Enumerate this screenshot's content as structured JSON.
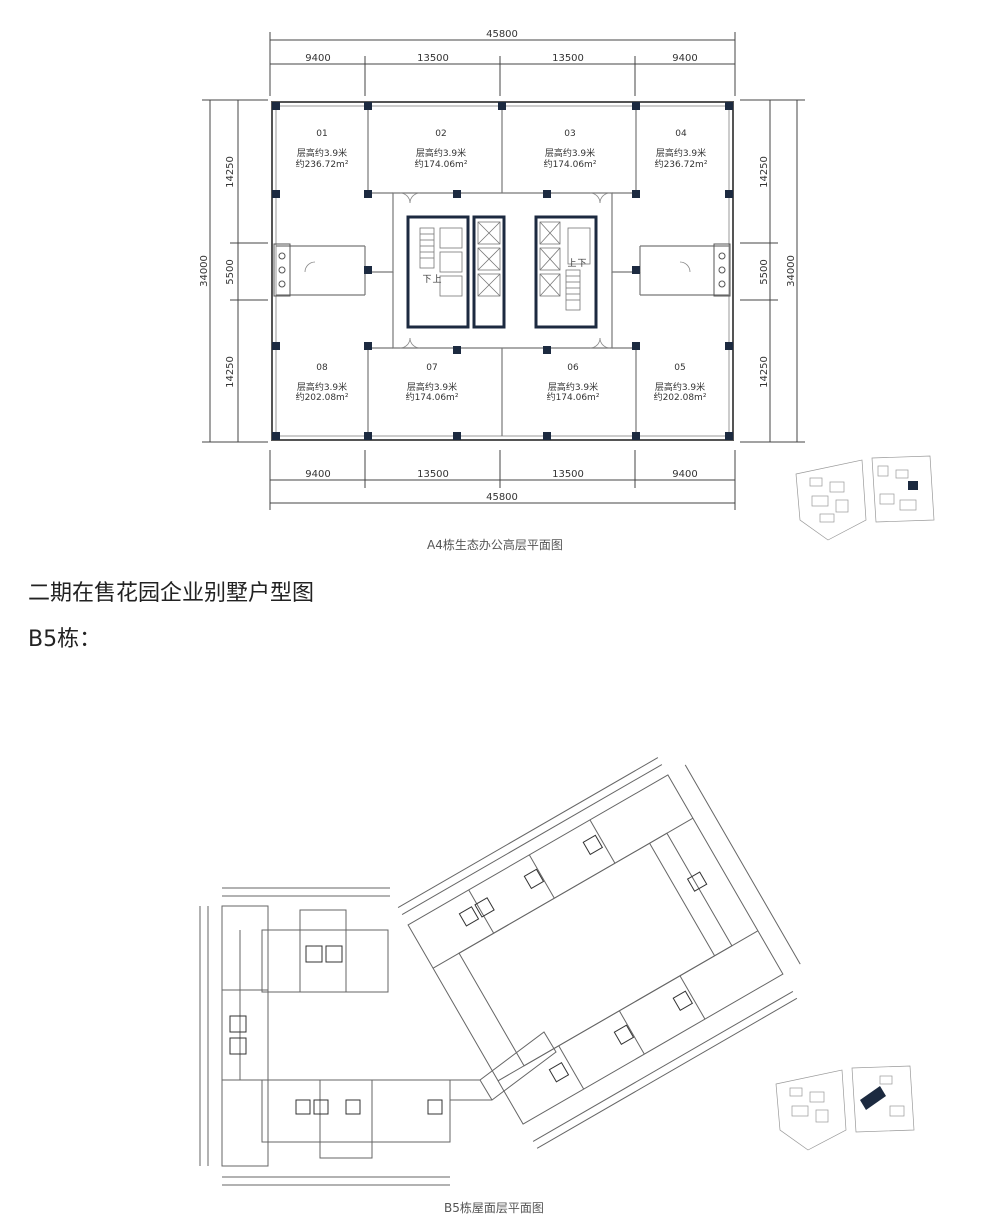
{
  "a4": {
    "top_total": "45800",
    "top_segments": [
      "9400",
      "13500",
      "13500",
      "9400"
    ],
    "bottom_segments": [
      "9400",
      "13500",
      "13500",
      "9400"
    ],
    "bottom_total": "45800",
    "side_total": "34000",
    "side_segments": [
      "14250",
      "5500",
      "14250"
    ],
    "units": [
      {
        "no": "01",
        "height": "层高约3.9米",
        "area": "约236.72m²"
      },
      {
        "no": "02",
        "height": "层高约3.9米",
        "area": "约174.06m²"
      },
      {
        "no": "03",
        "height": "层高约3.9米",
        "area": "约174.06m²"
      },
      {
        "no": "04",
        "height": "层高约3.9米",
        "area": "约236.72m²"
      },
      {
        "no": "08",
        "height": "层高约3.9米",
        "area": "约202.08m²"
      },
      {
        "no": "07",
        "height": "层高约3.9米",
        "area": "约174.06m²"
      },
      {
        "no": "06",
        "height": "层高约3.9米",
        "area": "约174.06m²"
      },
      {
        "no": "05",
        "height": "层高约3.9米",
        "area": "约202.08m²"
      }
    ],
    "core_labels": [
      "下",
      "上",
      "上",
      "下"
    ],
    "caption": "A4栋生态办公高层平面图"
  },
  "section_heading": "二期在售花园企业别墅户型图",
  "b5_label": "B5栋：",
  "b5": {
    "caption": "B5栋屋面层平面图"
  },
  "colors": {
    "wall": "#1c2a40",
    "line": "#555555",
    "dim": "#444444",
    "light": "#aaaaaa"
  }
}
